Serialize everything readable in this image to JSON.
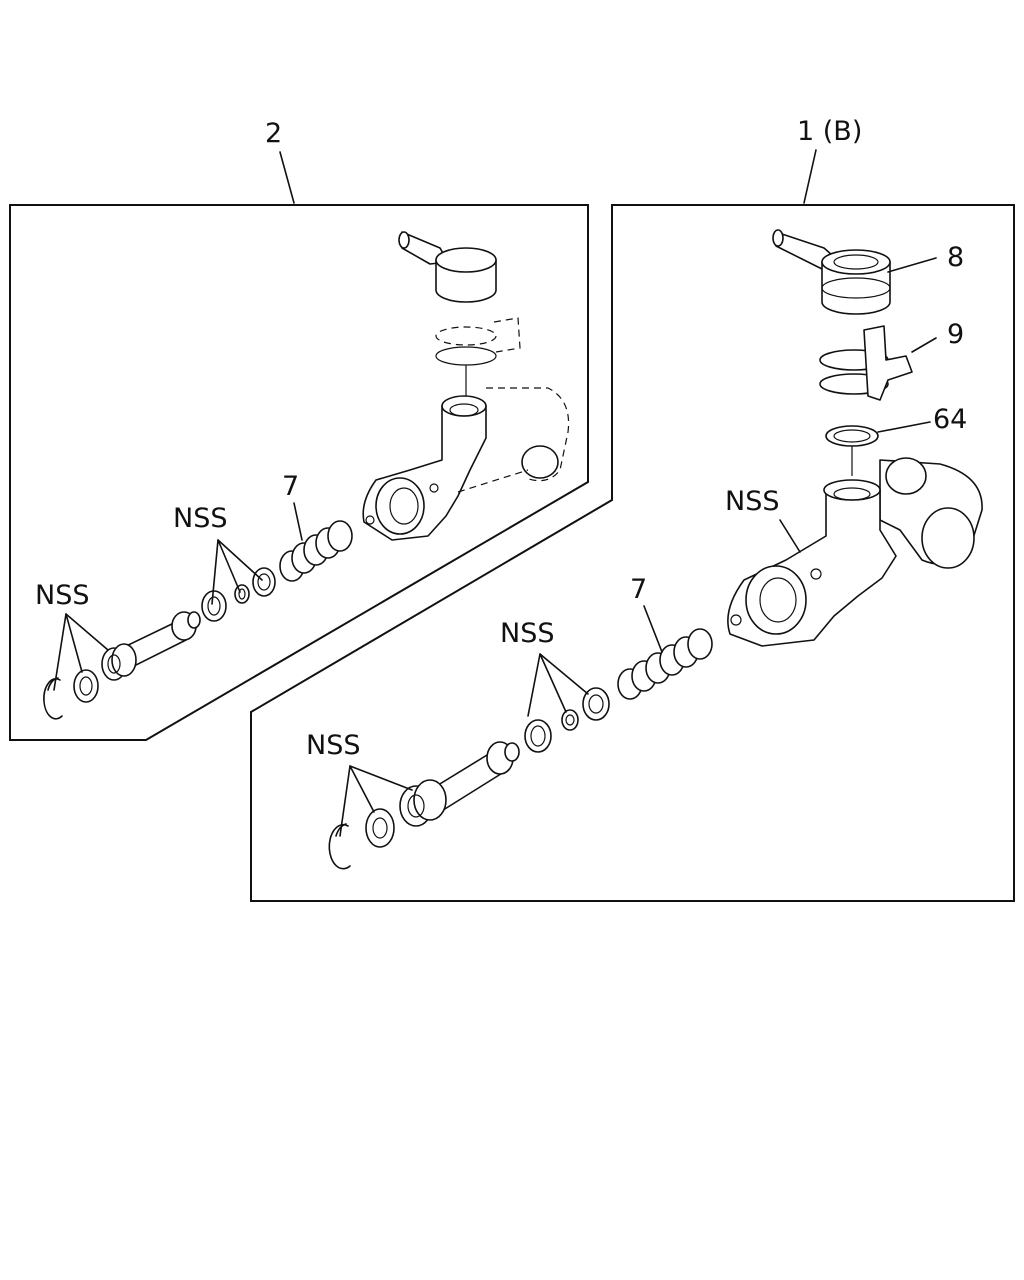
{
  "callouts": {
    "assembly_2": "2",
    "assembly_1": "1 (B)",
    "part_8": "8",
    "part_9": "9",
    "part_64": "64",
    "spring_left": "7",
    "spring_right": "7",
    "nss": "NSS"
  }
}
